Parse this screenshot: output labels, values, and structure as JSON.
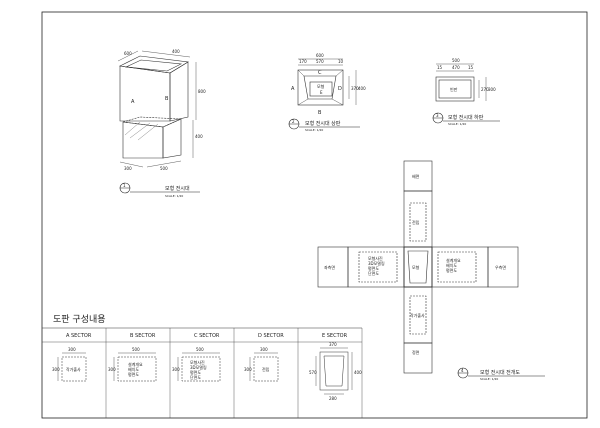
{
  "drawing": {
    "iso": {
      "dim_top_left": "600",
      "dim_top_right": "400",
      "dim_height_top": "800",
      "dim_height_bottom": "400",
      "dim_base_left": "300",
      "dim_base_right": "500",
      "face_a": "A",
      "face_b": "B",
      "title_num": "1",
      "title": "모형 전시대",
      "scale": "SCALE: 1/20"
    },
    "top_view": {
      "dim_outer": "600",
      "dim_inner_left": "170",
      "dim_inner_mid": "570",
      "dim_inner_right": "10",
      "dim_side_1": "370",
      "dim_side_2": "400",
      "label_a": "A",
      "label_b": "B",
      "label_c": "C",
      "label_d": "D",
      "center_1": "모형",
      "center_2": "E",
      "title_num": "2",
      "title": "모형 전시대 상판",
      "scale": "SCALE: 1/20"
    },
    "bottom_view": {
      "dim_outer": "500",
      "dim_inner_left": "15",
      "dim_inner_mid": "470",
      "dim_inner_right": "15",
      "dim_side_1": "270",
      "dim_side_2": "300",
      "center": "빈판",
      "title_num": "3",
      "title": "모형 전시대 하판",
      "scale": "SCALE: 1/20"
    },
    "unfold": {
      "top_outer": "배면",
      "top_inner": "전립",
      "left_outer": "좌측면",
      "right_outer": "우측면",
      "left_inner": [
        "모형사진",
        "3D모델링",
        "평면도",
        "단면도"
      ],
      "center": "모형",
      "right_inner": [
        "설계개요",
        "배치도",
        "평면도"
      ],
      "bottom_inner": "작가출사",
      "bottom_outer": "정면",
      "title_num": "4",
      "title": "모형 전시대 전개도",
      "scale": "SCALE: 1/20"
    },
    "panel": {
      "heading": "도판 구성내용",
      "sectors": [
        {
          "name": "A SECTOR",
          "dim_top": "300",
          "dim_side": "300",
          "lines": [
            "작가출사"
          ]
        },
        {
          "name": "B SECTOR",
          "dim_top": "500",
          "dim_side": "300",
          "lines": [
            "설계개요",
            "배치도",
            "평면도"
          ]
        },
        {
          "name": "C SECTOR",
          "dim_top": "500",
          "dim_side": "300",
          "lines": [
            "모형사진",
            "3D모델링",
            "평면도",
            "단면도"
          ]
        },
        {
          "name": "D SECTOR",
          "dim_top": "300",
          "dim_side": "300",
          "lines": [
            "전립"
          ]
        },
        {
          "name": "E SECTOR",
          "dim_top": "370",
          "dim_side_l": "570",
          "dim_side_r": "400",
          "dim_bottom": "280",
          "lines": []
        }
      ]
    }
  }
}
